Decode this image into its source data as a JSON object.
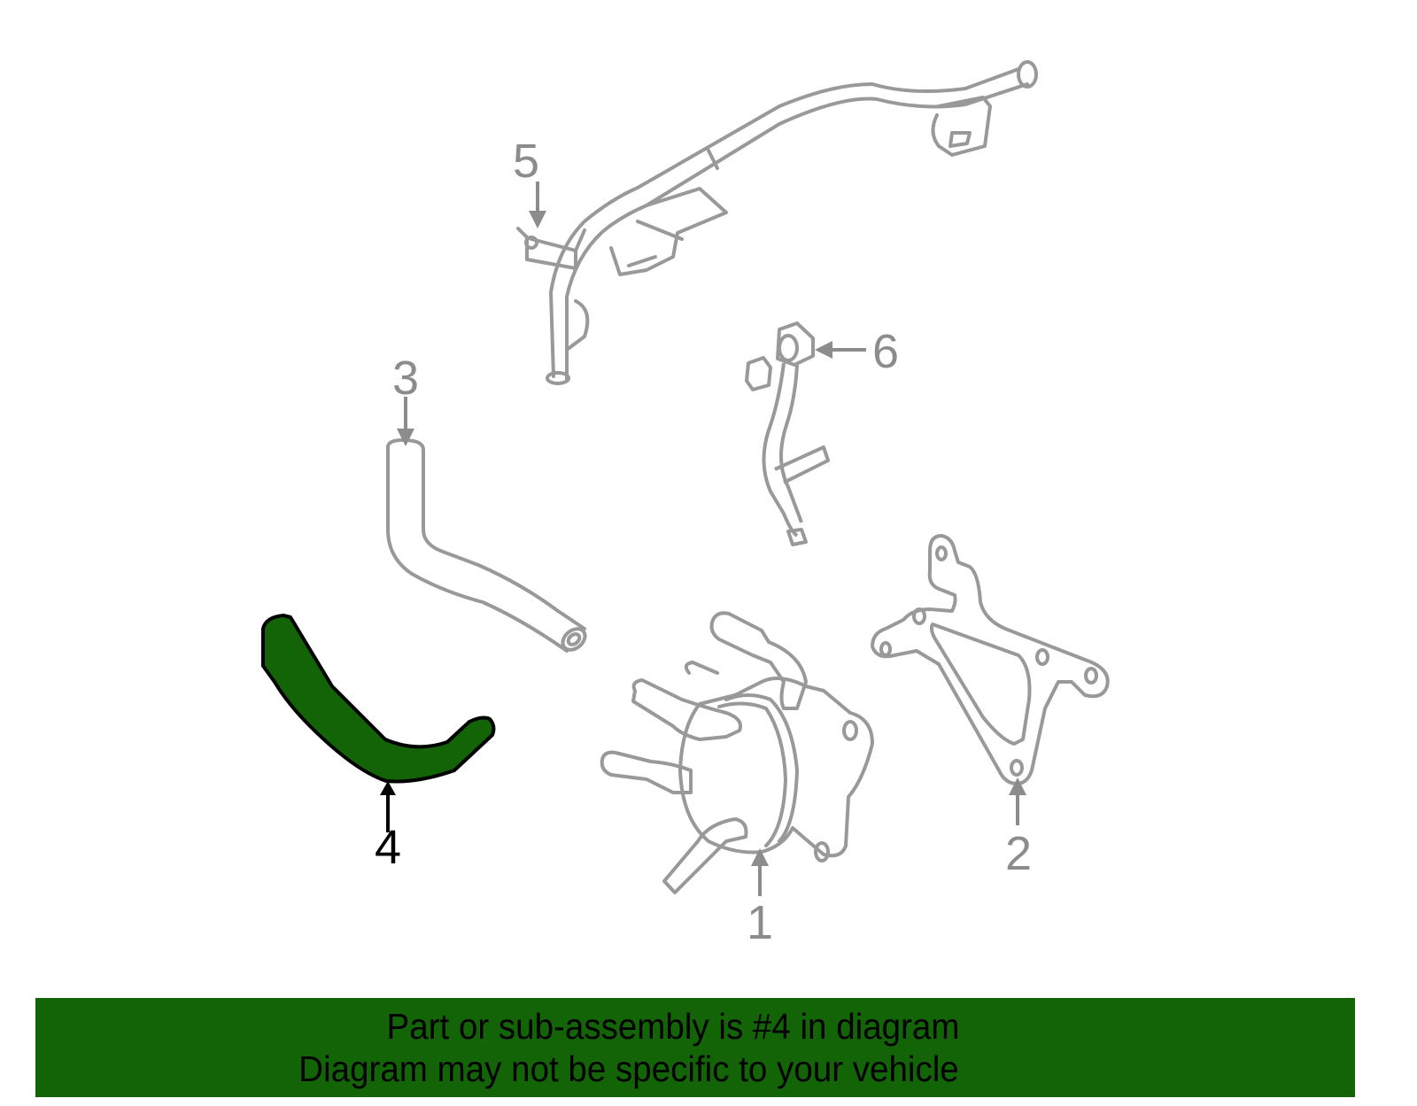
{
  "diagram": {
    "highlighted_part": "4",
    "colors": {
      "highlight_fill": "#126406",
      "highlight_stroke": "#000000",
      "part_stroke": "#999999",
      "callout_gray": "#8c8c8c",
      "banner_bg": "#126406"
    },
    "callouts": [
      {
        "id": "1",
        "label": "1"
      },
      {
        "id": "2",
        "label": "2"
      },
      {
        "id": "3",
        "label": "3"
      },
      {
        "id": "4",
        "label": "4"
      },
      {
        "id": "5",
        "label": "5"
      },
      {
        "id": "6",
        "label": "6"
      }
    ]
  },
  "banner": {
    "line1": "Part or sub-assembly is #4 in diagram",
    "line2": "Diagram may not be specific to your vehicle"
  }
}
